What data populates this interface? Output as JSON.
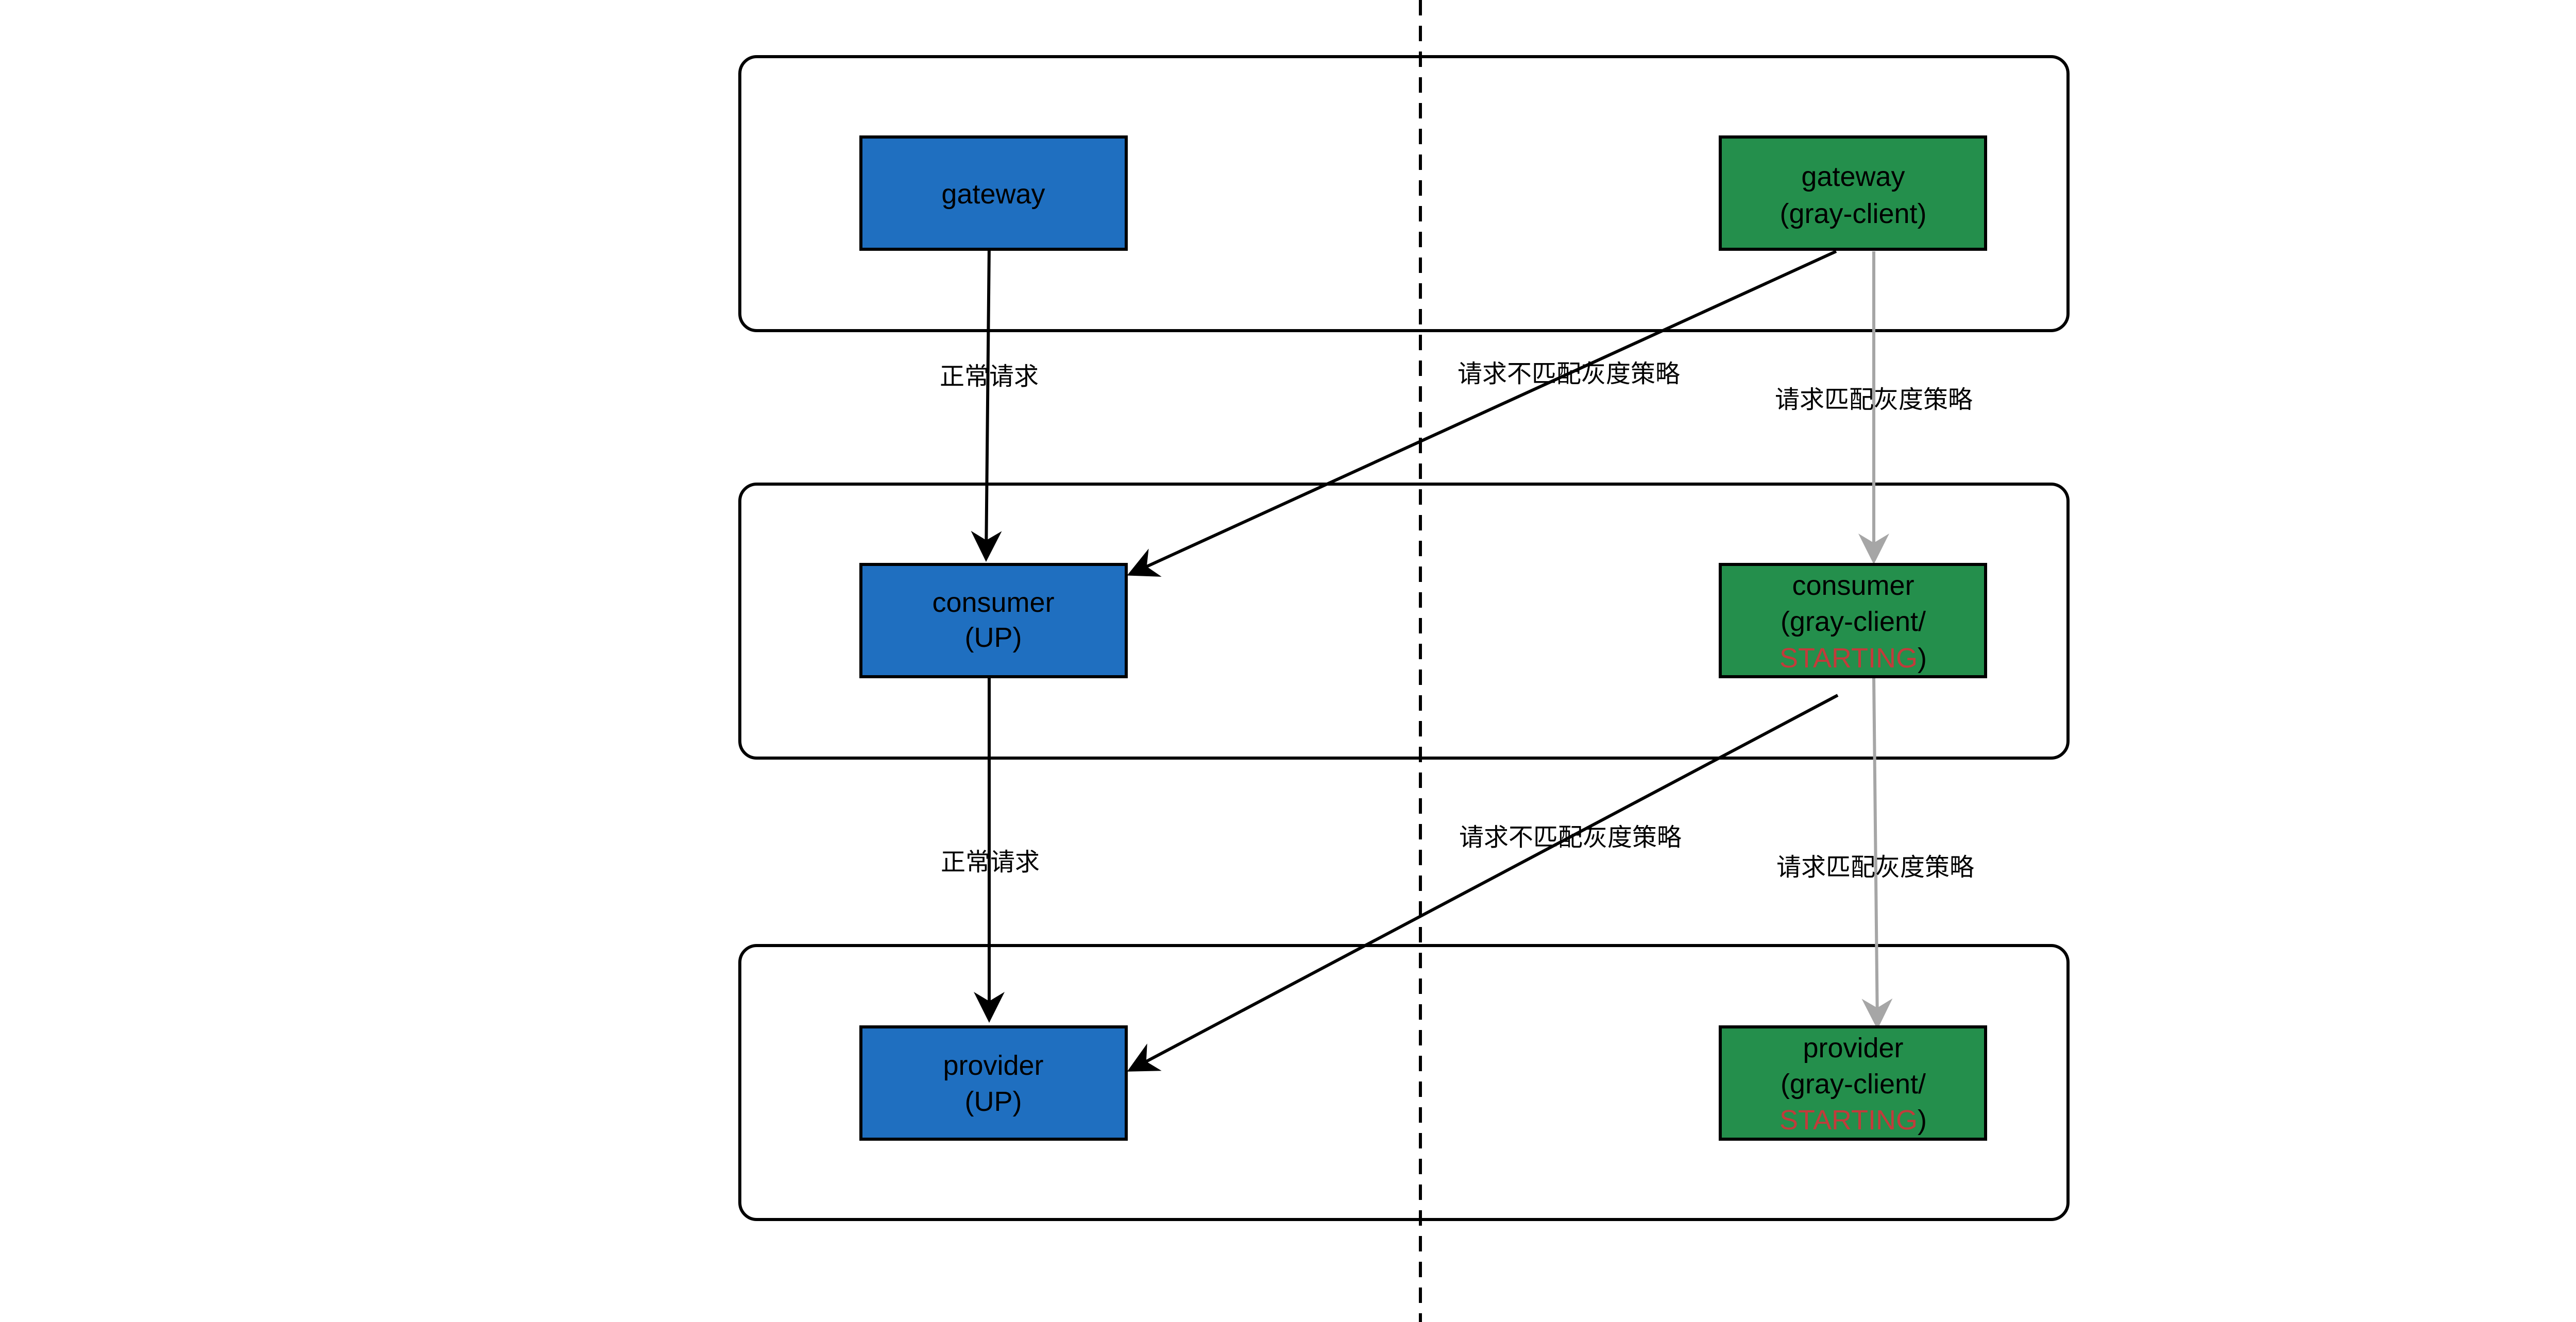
{
  "nodes": {
    "gateway_normal": {
      "lines": [
        "gateway"
      ]
    },
    "gateway_gray": {
      "lines": [
        "gateway",
        "(gray-client)"
      ]
    },
    "consumer_normal": {
      "lines": [
        "consumer",
        "(UP)"
      ]
    },
    "consumer_gray": {
      "line1": "consumer",
      "line2": "(gray-client/",
      "line3_status": "STARTING",
      "line3_suffix": ")"
    },
    "provider_normal": {
      "lines": [
        "provider",
        "(UP)"
      ]
    },
    "provider_gray": {
      "line1": "provider",
      "line2": "(gray-client/",
      "line3_status": "STARTING",
      "line3_suffix": ")"
    }
  },
  "edges": {
    "normal_request_1": "正常请求",
    "normal_request_2": "正常请求",
    "mismatch_1": "请求不匹配灰度策略",
    "mismatch_2": "请求不匹配灰度策略",
    "match_1": "请求匹配灰度策略",
    "match_2": "请求匹配灰度策略"
  },
  "colors": {
    "normal_node": "#1f6fc0",
    "gray_node": "#248f4c",
    "status_text": "#c23b3b",
    "gray_arrow": "#a6a6a6"
  },
  "corner_mark": "0"
}
